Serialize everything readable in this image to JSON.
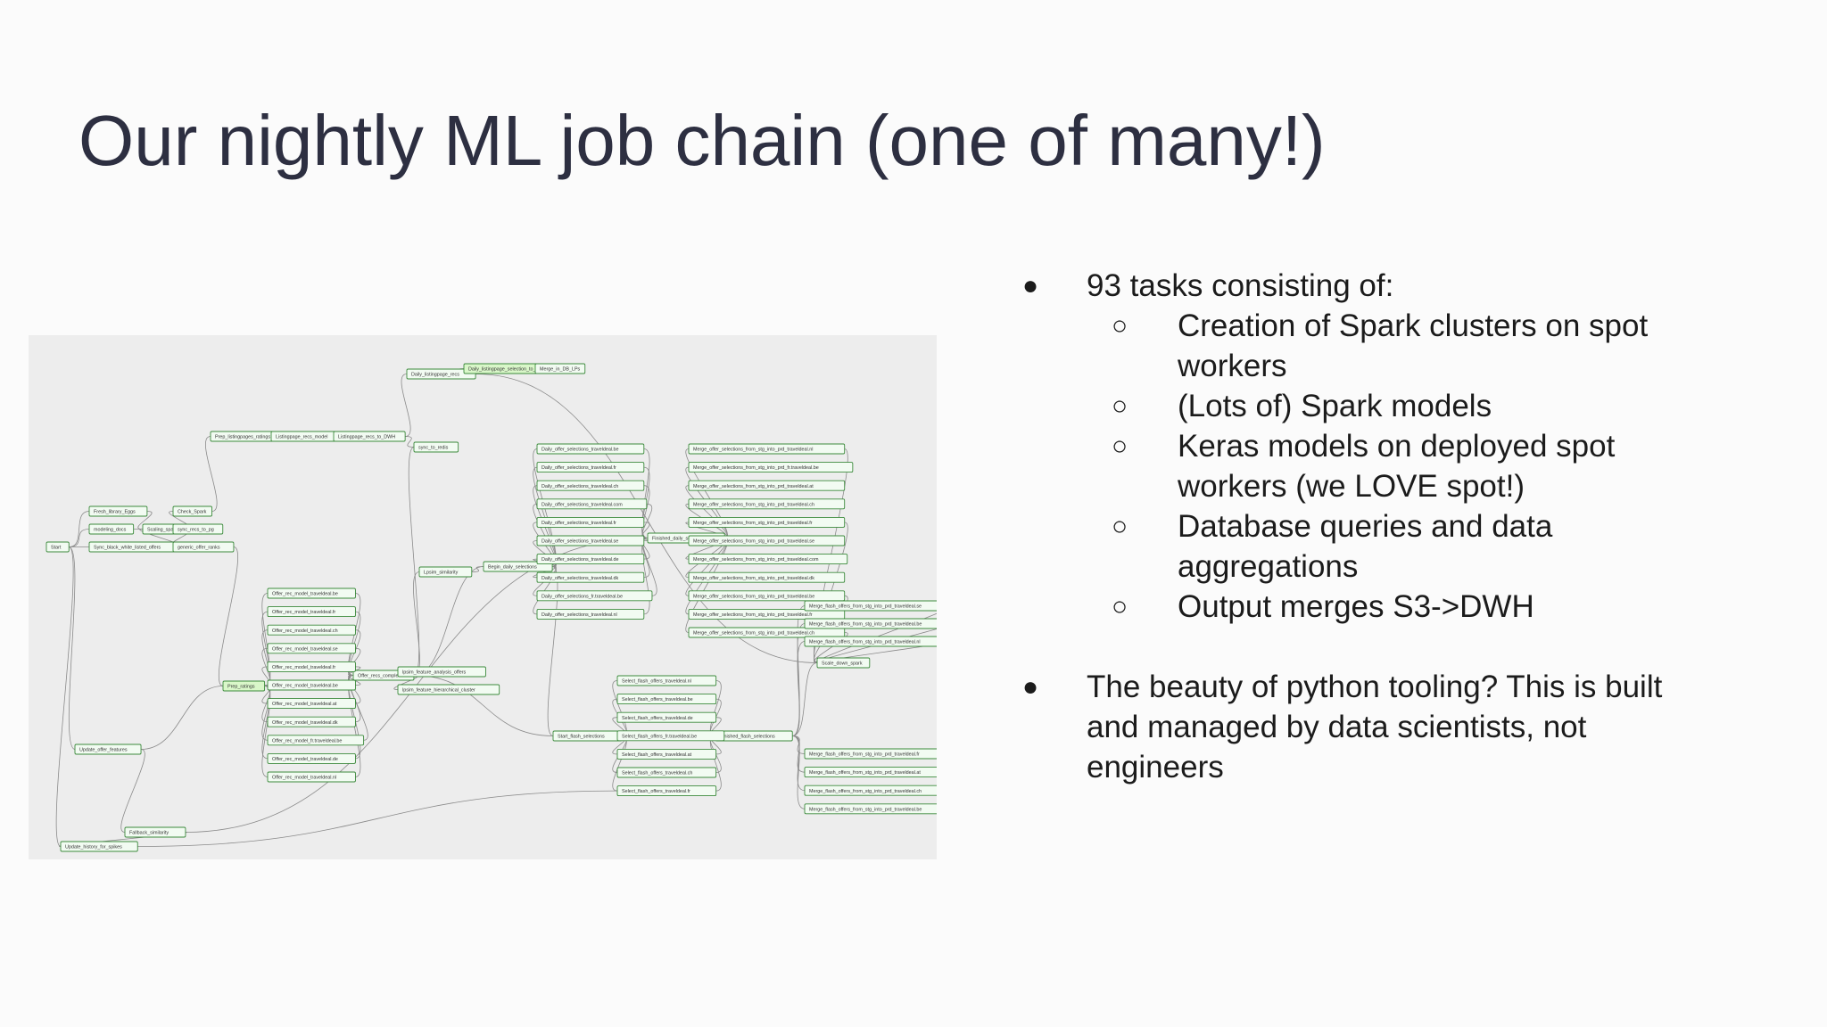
{
  "slide": {
    "title": "Our nightly ML job chain (one of many!)"
  },
  "bullets": [
    {
      "text": "93 tasks consisting of:",
      "sub": [
        {
          "line1": "Creation of Spark clusters on spot",
          "line2": "workers"
        },
        {
          "line1": "(Lots of) Spark models",
          "line2": ""
        },
        {
          "line1": "Keras models on deployed spot",
          "line2": "workers (we LOVE spot!)"
        },
        {
          "line1": "Database queries and data",
          "line2": "aggregations"
        },
        {
          "line1": "Output merges S3->DWH",
          "line2": ""
        }
      ]
    },
    {
      "line1": "The beauty of python tooling? This is built",
      "line2": "and managed by data scientists, not",
      "line3": "engineers"
    }
  ],
  "glyphs": {
    "bullet": "●",
    "sub_bullet": "○"
  },
  "dag": {
    "colors": {
      "edge": "#8a8a8a",
      "node_border": "#3c8a3c",
      "node_fill": "#f2fbf2",
      "highlight_fill": "#d9f7c9",
      "text": "#333333"
    },
    "nodes": [
      {
        "id": "start",
        "label": "Start"
      },
      {
        "id": "fresh_library_eggs",
        "label": "Fresh_library_Eggs"
      },
      {
        "id": "modeling_docs",
        "label": "modeling_docs"
      },
      {
        "id": "sync_black_white",
        "label": "Sync_black_white_listed_offers"
      },
      {
        "id": "scaling_spark",
        "label": "Scaling_spark"
      },
      {
        "id": "check_spark",
        "label": "Check_Spark"
      },
      {
        "id": "sync_recs_to_pg",
        "label": "sync_recs_to_pg"
      },
      {
        "id": "generic_offer_ranks",
        "label": "generic_offer_ranks"
      },
      {
        "id": "prep_listingpages",
        "label": "Prep_listingpages_ratings"
      },
      {
        "id": "listingpage_recs_model",
        "label": "Listingpage_recs_model"
      },
      {
        "id": "listingpage_recs_to_dwh",
        "label": "Listingpage_recs_to_DWH"
      },
      {
        "id": "daily_listingpage_recs",
        "label": "Daily_listingpage_recs"
      },
      {
        "id": "daily_listingpage_sel",
        "label": "Daily_listingpage_selection_to_DB"
      },
      {
        "id": "merge_lps",
        "label": "Merge_in_DB_LPs"
      },
      {
        "id": "sync_to_redis",
        "label": "sync_to_redis"
      },
      {
        "id": "lpsim",
        "label": "Lpsim_similarity"
      },
      {
        "id": "begin_daily",
        "label": "Begin_daily_selections"
      },
      {
        "id": "finished_daily",
        "label": "Finished_daily_selections"
      },
      {
        "id": "prep_ratings",
        "label": "Prep_ratings"
      },
      {
        "id": "offer_recs_complete",
        "label": "Offer_recs_complete"
      },
      {
        "id": "lpsim_analysis",
        "label": "lpsim_feature_analysis_offers"
      },
      {
        "id": "lpsim_hierarchical",
        "label": "lpsim_feature_hierarchical_cluster"
      },
      {
        "id": "start_flash",
        "label": "Start_flash_selections"
      },
      {
        "id": "finished_flash",
        "label": "Finished_flash_selections"
      },
      {
        "id": "scale_down",
        "label": "Scale_down_spark"
      },
      {
        "id": "update_offer_features",
        "label": "Update_offer_features"
      },
      {
        "id": "fallback_similarity",
        "label": "Fallback_similarity"
      },
      {
        "id": "update_history",
        "label": "Update_history_for_spikes"
      },
      {
        "id": "d1",
        "label": "Daily_offer_selections_traveldeal.be"
      },
      {
        "id": "d2",
        "label": "Daily_offer_selections_traveldeal.fr"
      },
      {
        "id": "d3",
        "label": "Daily_offer_selections_traveldeal.ch"
      },
      {
        "id": "d4",
        "label": "Daily_offer_selections_traveldeal.com"
      },
      {
        "id": "d5",
        "label": "Daily_offer_selections_traveldeal.fr"
      },
      {
        "id": "d6",
        "label": "Daily_offer_selections_traveldeal.se"
      },
      {
        "id": "d7",
        "label": "Daily_offer_selections_traveldeal.de"
      },
      {
        "id": "d8",
        "label": "Daily_offer_selections_traveldeal.dk"
      },
      {
        "id": "d9",
        "label": "Daily_offer_selections_fr.traveldeal.be"
      },
      {
        "id": "d10",
        "label": "Daily_offer_selections_traveldeal.nl"
      },
      {
        "id": "m1",
        "label": "Merge_offer_selections_from_stg_into_prd_traveldeal.nl"
      },
      {
        "id": "m2",
        "label": "Merge_offer_selections_from_stg_into_prd_fr.traveldeal.be"
      },
      {
        "id": "m3",
        "label": "Merge_offer_selections_from_stg_into_prd_traveldeal.at"
      },
      {
        "id": "m4",
        "label": "Merge_offer_selections_from_stg_into_prd_traveldeal.ch"
      },
      {
        "id": "m5",
        "label": "Merge_offer_selections_from_stg_into_prd_traveldeal.fr"
      },
      {
        "id": "m6",
        "label": "Merge_offer_selections_from_stg_into_prd_traveldeal.se"
      },
      {
        "id": "m7",
        "label": "Merge_offer_selections_from_stg_into_prd_traveldeal.com"
      },
      {
        "id": "m8",
        "label": "Merge_offer_selections_from_stg_into_prd_traveldeal.dk"
      },
      {
        "id": "m9",
        "label": "Merge_offer_selections_from_stg_into_prd_traveldeal.be"
      },
      {
        "id": "m10",
        "label": "Merge_offer_selections_from_stg_into_prd_traveldeal.fr"
      },
      {
        "id": "m11",
        "label": "Merge_offer_selections_from_stg_into_prd_traveldeal.ch"
      },
      {
        "id": "o1",
        "label": "Offer_rec_model_traveldeal.be"
      },
      {
        "id": "o2",
        "label": "Offer_rec_model_traveldeal.fr"
      },
      {
        "id": "o3",
        "label": "Offer_rec_model_traveldeal.ch"
      },
      {
        "id": "o4",
        "label": "Offer_rec_model_traveldeal.se"
      },
      {
        "id": "o5",
        "label": "Offer_rec_model_traveldeal.fr"
      },
      {
        "id": "o6",
        "label": "Offer_rec_model_traveldeal.be"
      },
      {
        "id": "o7",
        "label": "Offer_rec_model_traveldeal.at"
      },
      {
        "id": "o8",
        "label": "Offer_rec_model_traveldeal.dk"
      },
      {
        "id": "o9",
        "label": "Offer_rec_model_fr.traveldeal.be"
      },
      {
        "id": "o10",
        "label": "Offer_rec_model_traveldeal.de"
      },
      {
        "id": "o11",
        "label": "Offer_rec_model_traveldeal.nl"
      },
      {
        "id": "s1",
        "label": "Select_flash_offers_traveldeal.nl"
      },
      {
        "id": "s2",
        "label": "Select_flash_offers_traveldeal.be"
      },
      {
        "id": "s3",
        "label": "Select_flash_offers_traveldeal.de"
      },
      {
        "id": "s4",
        "label": "Select_flash_offers_fr.traveldeal.be"
      },
      {
        "id": "s5",
        "label": "Select_flash_offers_traveldeal.at"
      },
      {
        "id": "s6",
        "label": "Select_flash_offers_traveldeal.ch"
      },
      {
        "id": "s7",
        "label": "Select_flash_offers_traveldeal.fr"
      },
      {
        "id": "f1",
        "label": "Merge_flash_offers_from_stg_into_prd_traveldeal.se"
      },
      {
        "id": "f2",
        "label": "Merge_flash_offers_from_stg_into_prd_traveldeal.be"
      },
      {
        "id": "f3",
        "label": "Merge_flash_offers_from_stg_into_prd_traveldeal.nl"
      },
      {
        "id": "f4",
        "label": "Merge_flash_offers_from_stg_into_prd_traveldeal.fr"
      },
      {
        "id": "f5",
        "label": "Merge_flash_offers_from_stg_into_prd_traveldeal.at"
      },
      {
        "id": "f6",
        "label": "Merge_flash_offers_from_stg_into_prd_traveldeal.ch"
      },
      {
        "id": "f7",
        "label": "Merge_flash_offers_from_stg_into_prd_traveldeal.be"
      }
    ],
    "edges": [
      [
        "start",
        "fresh_library_eggs"
      ],
      [
        "start",
        "modeling_docs"
      ],
      [
        "start",
        "sync_black_white"
      ],
      [
        "fresh_library_eggs",
        "scaling_spark"
      ],
      [
        "modeling_docs",
        "scaling_spark"
      ],
      [
        "sync_black_white",
        "scaling_spark"
      ],
      [
        "scaling_spark",
        "check_spark"
      ],
      [
        "scaling_spark",
        "sync_recs_to_pg"
      ],
      [
        "scaling_spark",
        "generic_offer_ranks"
      ],
      [
        "check_spark",
        "prep_listingpages"
      ],
      [
        "prep_listingpages",
        "listingpage_recs_model"
      ],
      [
        "listingpage_recs_model",
        "listingpage_recs_to_dwh"
      ],
      [
        "listingpage_recs_to_dwh",
        "daily_listingpage_recs"
      ],
      [
        "daily_listingpage_recs",
        "daily_listingpage_sel"
      ],
      [
        "daily_listingpage_sel",
        "merge_lps"
      ],
      [
        "listingpage_recs_to_dwh",
        "sync_to_redis"
      ],
      [
        "daily_listingpage_recs",
        "scale_down"
      ],
      [
        "generic_offer_ranks",
        "prep_ratings"
      ],
      [
        "start",
        "update_offer_features"
      ],
      [
        "start",
        "update_history"
      ],
      [
        "update_offer_features",
        "prep_ratings"
      ],
      [
        "update_offer_features",
        "fallback_similarity"
      ],
      [
        "fallback_similarity",
        "update_history"
      ],
      [
        "prep_ratings",
        "o1"
      ],
      [
        "prep_ratings",
        "o2"
      ],
      [
        "prep_ratings",
        "o3"
      ],
      [
        "prep_ratings",
        "o4"
      ],
      [
        "prep_ratings",
        "o5"
      ],
      [
        "prep_ratings",
        "o6"
      ],
      [
        "prep_ratings",
        "o7"
      ],
      [
        "prep_ratings",
        "o8"
      ],
      [
        "prep_ratings",
        "o9"
      ],
      [
        "prep_ratings",
        "o10"
      ],
      [
        "prep_ratings",
        "o11"
      ],
      [
        "o1",
        "offer_recs_complete"
      ],
      [
        "o2",
        "offer_recs_complete"
      ],
      [
        "o3",
        "offer_recs_complete"
      ],
      [
        "o4",
        "offer_recs_complete"
      ],
      [
        "o5",
        "offer_recs_complete"
      ],
      [
        "o6",
        "offer_recs_complete"
      ],
      [
        "o7",
        "offer_recs_complete"
      ],
      [
        "o8",
        "offer_recs_complete"
      ],
      [
        "o9",
        "offer_recs_complete"
      ],
      [
        "o10",
        "offer_recs_complete"
      ],
      [
        "o11",
        "offer_recs_complete"
      ],
      [
        "offer_recs_complete",
        "lpsim_analysis"
      ],
      [
        "offer_recs_complete",
        "lpsim_hierarchical"
      ],
      [
        "offer_recs_complete",
        "lpsim"
      ],
      [
        "offer_recs_complete",
        "sync_to_redis"
      ],
      [
        "offer_recs_complete",
        "start_flash"
      ],
      [
        "offer_recs_complete",
        "begin_daily"
      ],
      [
        "lpsim",
        "begin_daily"
      ],
      [
        "begin_daily",
        "d1"
      ],
      [
        "begin_daily",
        "d2"
      ],
      [
        "begin_daily",
        "d3"
      ],
      [
        "begin_daily",
        "d4"
      ],
      [
        "begin_daily",
        "d5"
      ],
      [
        "begin_daily",
        "d6"
      ],
      [
        "begin_daily",
        "d7"
      ],
      [
        "begin_daily",
        "d8"
      ],
      [
        "begin_daily",
        "d9"
      ],
      [
        "begin_daily",
        "d10"
      ],
      [
        "begin_daily",
        "start_flash"
      ],
      [
        "d1",
        "finished_daily"
      ],
      [
        "d2",
        "finished_daily"
      ],
      [
        "d3",
        "finished_daily"
      ],
      [
        "d4",
        "finished_daily"
      ],
      [
        "d5",
        "finished_daily"
      ],
      [
        "d6",
        "finished_daily"
      ],
      [
        "d7",
        "finished_daily"
      ],
      [
        "d8",
        "finished_daily"
      ],
      [
        "d9",
        "finished_daily"
      ],
      [
        "d10",
        "finished_daily"
      ],
      [
        "finished_daily",
        "m1"
      ],
      [
        "finished_daily",
        "m2"
      ],
      [
        "finished_daily",
        "m3"
      ],
      [
        "finished_daily",
        "m4"
      ],
      [
        "finished_daily",
        "m5"
      ],
      [
        "finished_daily",
        "m6"
      ],
      [
        "finished_daily",
        "m7"
      ],
      [
        "finished_daily",
        "m8"
      ],
      [
        "finished_daily",
        "m9"
      ],
      [
        "finished_daily",
        "m10"
      ],
      [
        "finished_daily",
        "m11"
      ],
      [
        "m1",
        "scale_down"
      ],
      [
        "m5",
        "scale_down"
      ],
      [
        "m9",
        "scale_down"
      ],
      [
        "m11",
        "scale_down"
      ],
      [
        "start_flash",
        "s1"
      ],
      [
        "start_flash",
        "s2"
      ],
      [
        "start_flash",
        "s3"
      ],
      [
        "start_flash",
        "s4"
      ],
      [
        "start_flash",
        "s5"
      ],
      [
        "start_flash",
        "s6"
      ],
      [
        "start_flash",
        "s7"
      ],
      [
        "s1",
        "finished_flash"
      ],
      [
        "s2",
        "finished_flash"
      ],
      [
        "s3",
        "finished_flash"
      ],
      [
        "s4",
        "finished_flash"
      ],
      [
        "s5",
        "finished_flash"
      ],
      [
        "s6",
        "finished_flash"
      ],
      [
        "s7",
        "finished_flash"
      ],
      [
        "finished_flash",
        "f1"
      ],
      [
        "finished_flash",
        "f2"
      ],
      [
        "finished_flash",
        "f3"
      ],
      [
        "finished_flash",
        "f4"
      ],
      [
        "finished_flash",
        "f5"
      ],
      [
        "finished_flash",
        "f6"
      ],
      [
        "finished_flash",
        "f7"
      ],
      [
        "finished_flash",
        "scale_down"
      ],
      [
        "f1",
        "scale_down"
      ],
      [
        "f2",
        "scale_down"
      ],
      [
        "f3",
        "scale_down"
      ],
      [
        "update_history",
        "s7"
      ],
      [
        "fallback_similarity",
        "finished_daily"
      ]
    ]
  }
}
